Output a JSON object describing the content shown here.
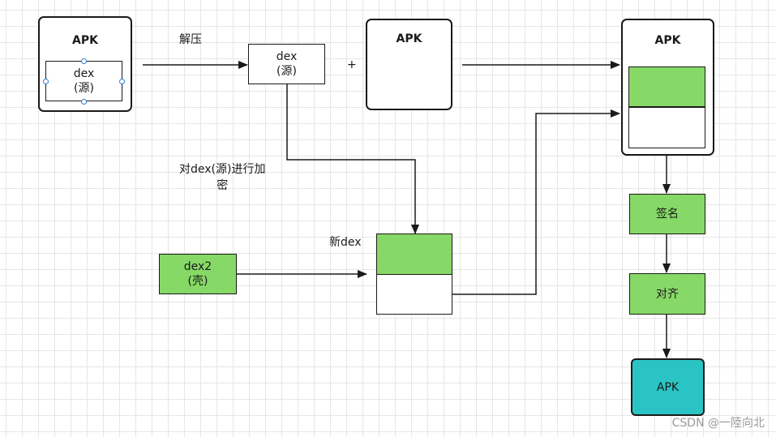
{
  "nodes": {
    "apk_source": {
      "title": "APK",
      "inner_line1": "dex",
      "inner_line2": "(源)"
    },
    "dex_source": {
      "line1": "dex",
      "line2": "(源)"
    },
    "plus": "+",
    "apk_middle": {
      "title": "APK"
    },
    "apk_result": {
      "title": "APK"
    },
    "new_dex": {
      "label": "新dex"
    },
    "dex2_shell": {
      "line1": "dex2",
      "line2": "(壳)"
    },
    "sign": {
      "label": "签名"
    },
    "align": {
      "label": "对齐"
    },
    "apk_final": {
      "label": "APK"
    }
  },
  "edges": {
    "unzip": "解压",
    "encrypt_line1": "对dex(源)进行加",
    "encrypt_line2": "密"
  },
  "watermark": "CSDN @一陸向北",
  "colors": {
    "green": "#86d966",
    "teal": "#2bc4c4",
    "selection_handle": "#2f7fd6"
  }
}
